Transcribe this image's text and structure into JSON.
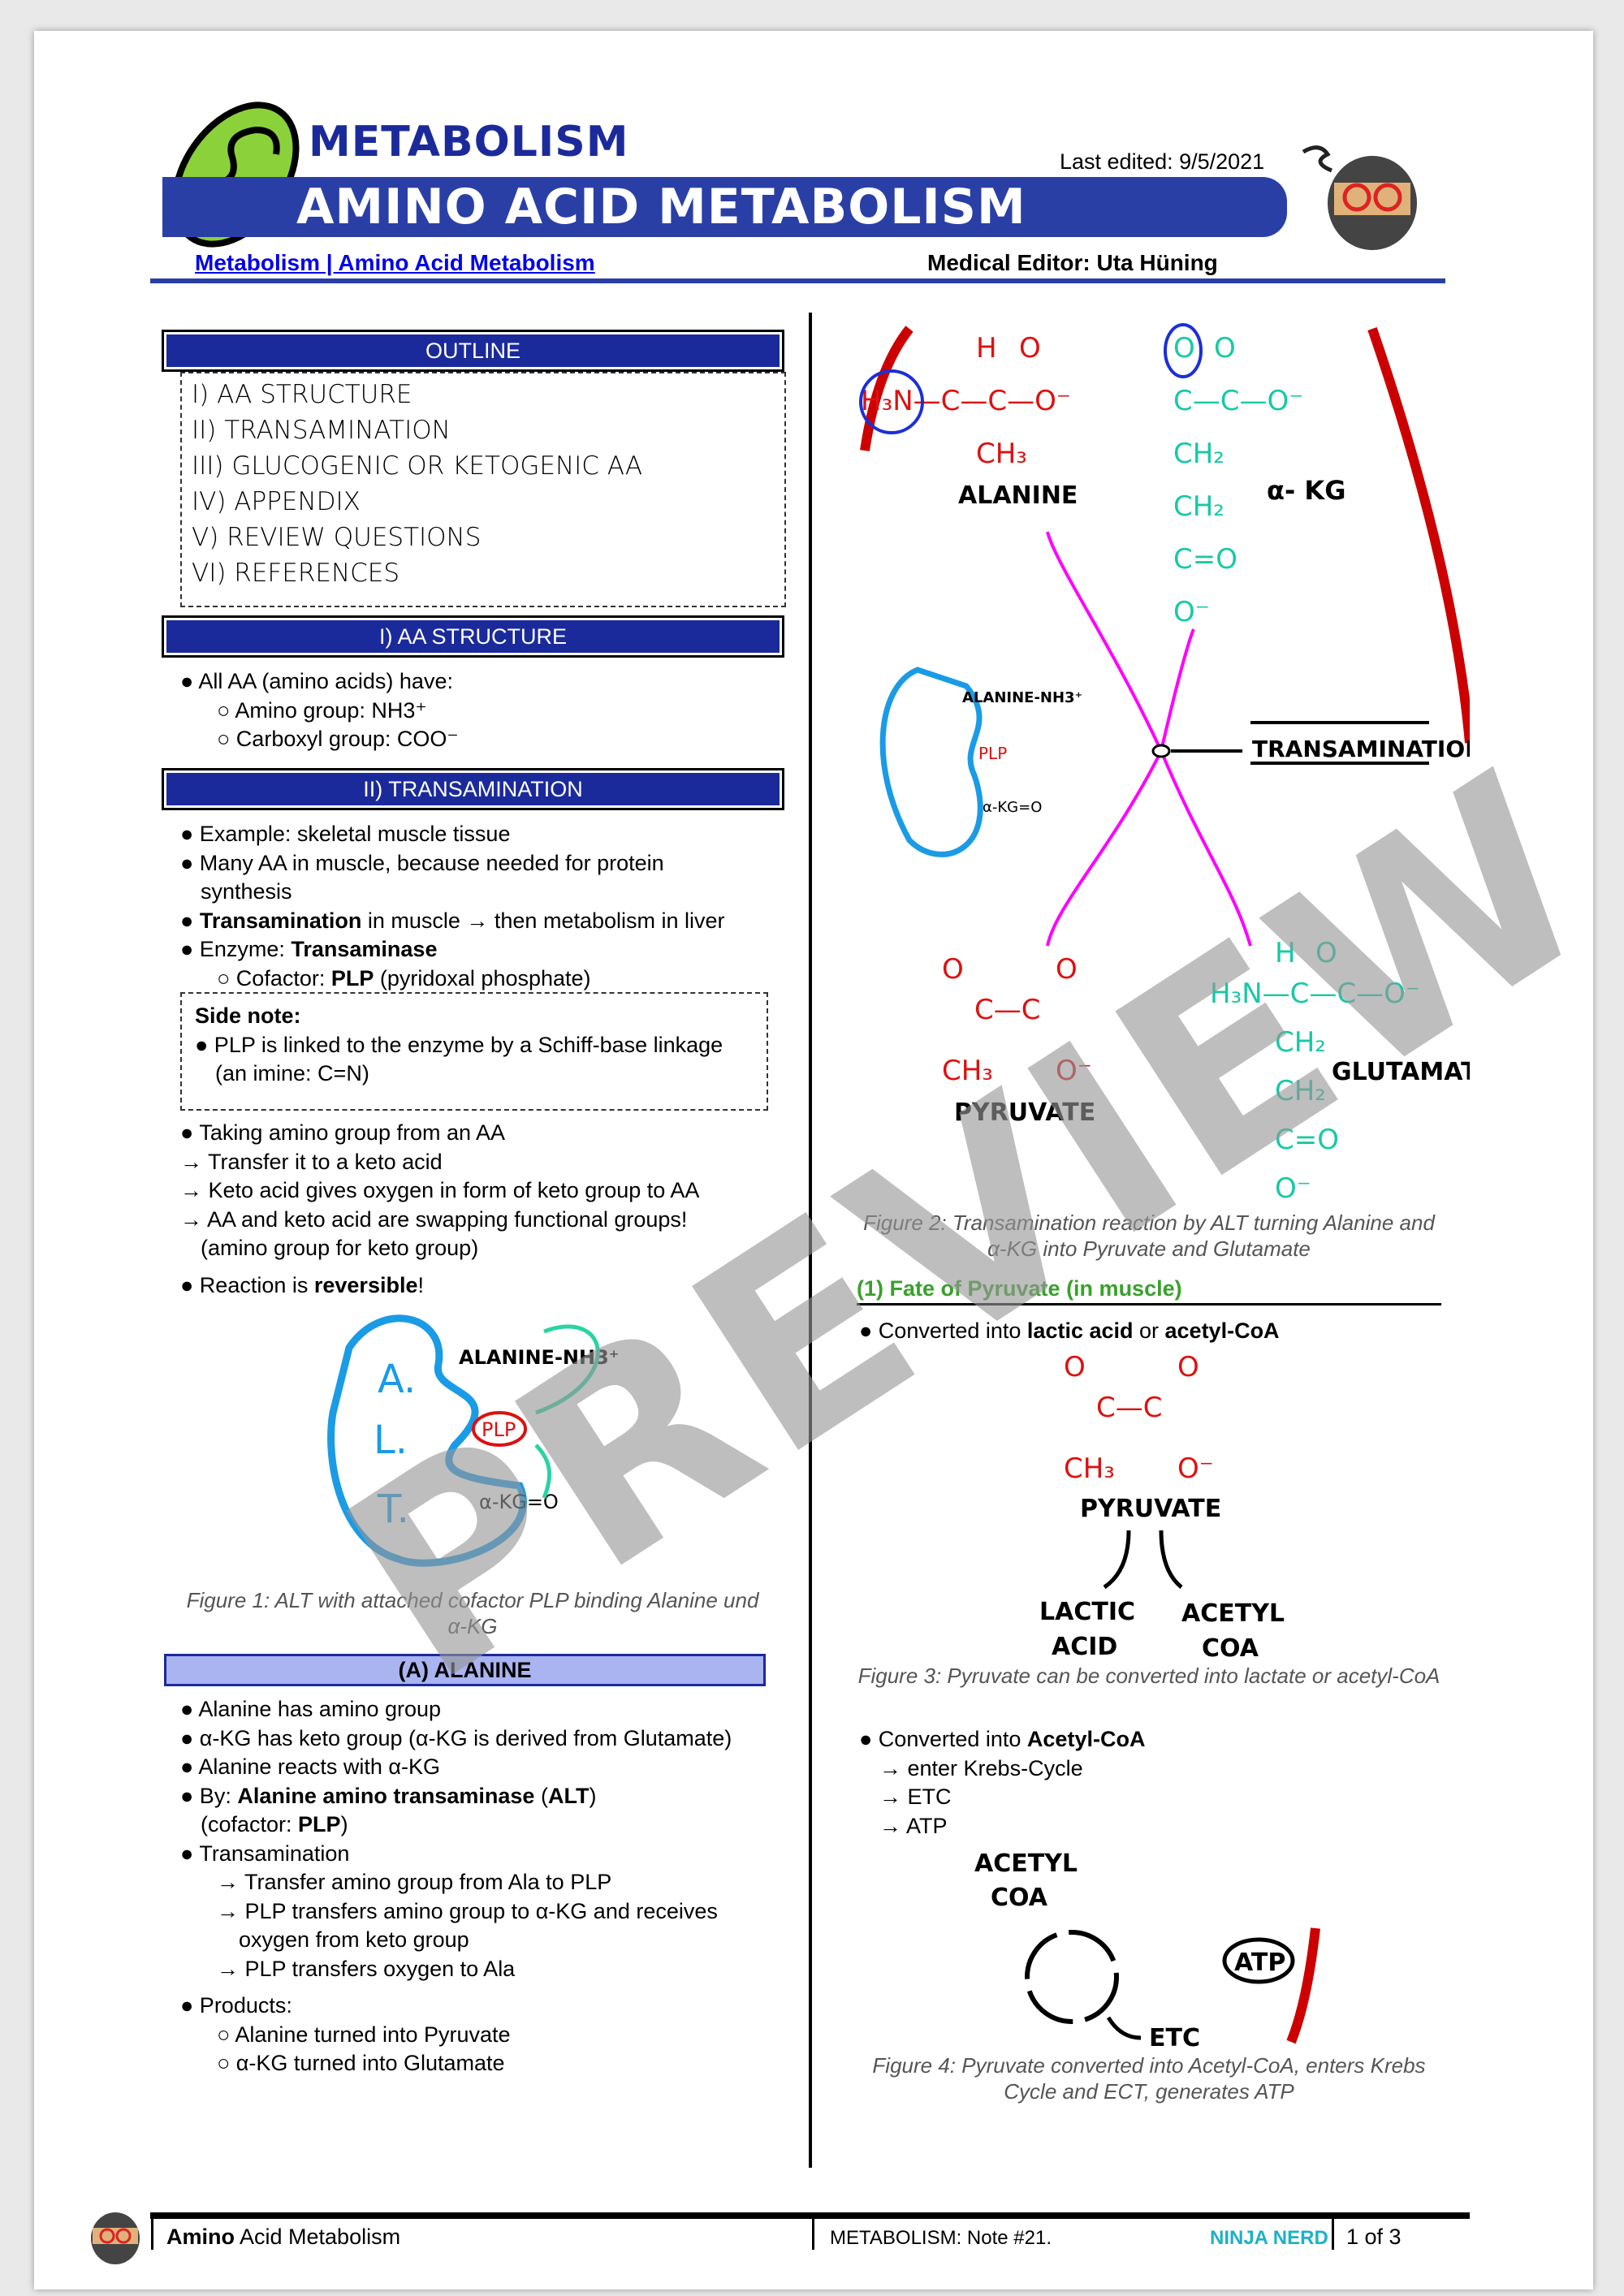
{
  "header": {
    "category": "METABOLISM",
    "title": "AMINO ACID METABOLISM",
    "last_edited": "Last edited: 9/5/2021",
    "breadcrumb": "Metabolism | Amino Acid Metabolism",
    "editor": "Medical Editor: Uta Hüning",
    "brand_color": "#2a3fa6"
  },
  "outline": {
    "title": "OUTLINE",
    "items": [
      "I) AA STRUCTURE",
      "II) TRANSAMINATION",
      "III) GLUCOGENIC OR KETOGENIC AA",
      "IV) APPENDIX",
      "V) REVIEW QUESTIONS",
      "VI) REFERENCES"
    ]
  },
  "aa_structure": {
    "title": "I)  AA STRUCTURE",
    "lines": [
      "● All AA (amino acids) have:",
      "○ Amino group: NH3⁺",
      "○ Carboxyl group: COO⁻"
    ]
  },
  "transamination": {
    "title": "II)  TRANSAMINATION",
    "lines": [
      "● Example: skeletal muscle tissue",
      "● Many AA in muscle, because needed for protein",
      "synthesis"
    ],
    "l3_bold": "Transamination",
    "l3_rest": " in muscle → then metabolism in liver",
    "l4_a": "● Enzyme: ",
    "l4_bold": "Transaminase",
    "l5_a": "○ Cofactor: ",
    "l5_bold": "PLP",
    "l5_rest": " (pyridoxal phosphate)",
    "side_note_title": "Side note:",
    "side_note_lines": [
      "● PLP is linked to the enzyme by a Schiff-base linkage",
      "(an imine: C=N)"
    ],
    "more": [
      "● Taking amino group from an AA",
      "→ Transfer it to a keto acid",
      "→ Keto acid gives oxygen in form of keto group to AA",
      "→ AA and keto acid are swapping functional groups!",
      "(amino group for keto group)"
    ],
    "rev_a": "● Reaction is ",
    "rev_bold": "reversible",
    "rev_end": "!"
  },
  "figure1": {
    "enzyme": [
      "A.",
      "L.",
      "T."
    ],
    "substrate": "ALANINE-NH3⁺",
    "cofactor": "PLP",
    "keto": "α-KG=O",
    "caption": "Figure 1: ALT with attached cofactor PLP binding Alanine und α-KG"
  },
  "alanine": {
    "title": "(A)  ALANINE",
    "lines": [
      "● Alanine has amino group",
      "● α-KG has keto group (α-KG is derived from Glutamate)",
      "● Alanine reacts with α-KG"
    ],
    "by_a": "● By: ",
    "by_bold": "Alanine amino transaminase",
    "by_b": " (",
    "by_bold2": "ALT",
    "by_c": ")",
    "cof_a": "(cofactor: ",
    "cof_bold": "PLP",
    "cof_b": ")",
    "trans": [
      "● Transamination",
      "→ Transfer amino group from Ala to PLP",
      "→ PLP transfers amino group to α-KG and receives",
      "oxygen from keto group",
      "→ PLP transfers oxygen to Ala"
    ],
    "products": [
      "● Products:",
      "○ Alanine turned into Pyruvate",
      "○ α-KG turned into Glutamate"
    ]
  },
  "figure2": {
    "alanine": "ALANINE",
    "akg": "α- KG",
    "transamination": "TRANSAMINATION",
    "pyruvate": "PYRUVATE",
    "glutamate": "GLUTAMATE",
    "caption": "Figure 2: Transamination reaction by ALT turning Alanine and α-KG into Pyruvate and Glutamate"
  },
  "fate": {
    "title": "(1)  Fate of Pyruvate (in muscle)",
    "b1_a": "● Converted into ",
    "b1_bold": "lactic acid",
    "b1_b": " or ",
    "b1_bold2": "acetyl-CoA"
  },
  "figure3": {
    "pyruvate": "PYRUVATE",
    "lactic": [
      "LACTIC",
      "ACID"
    ],
    "acetyl": [
      "ACETYL",
      "COA"
    ],
    "caption": "Figure 3: Pyruvate can be converted into lactate or acetyl-CoA"
  },
  "acetyl": {
    "b_a": "● Converted into ",
    "b_bold": "Acetyl-CoA",
    "lines": [
      "→ enter Krebs-Cycle",
      "→ ETC",
      "→ ATP"
    ]
  },
  "figure4": {
    "acetyl": [
      "ACETYL",
      "COA"
    ],
    "etc": "ETC",
    "atp": "ATP",
    "caption": "Figure 4: Pyruvate converted into Acetyl-CoA, enters Krebs Cycle and ECT, generates ATP"
  },
  "footer": {
    "title_bold": "Amino",
    "title_rest": " Acid Metabolism",
    "note": "METABOLISM: Note #21.",
    "logo": "NINJA NERD",
    "page": "1 of 3"
  },
  "watermark": "PREVIEW"
}
